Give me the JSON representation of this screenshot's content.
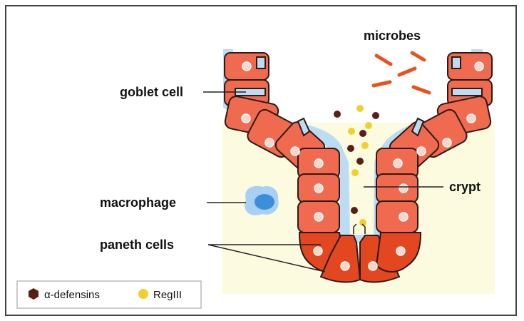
{
  "labels": {
    "microbes": "microbes",
    "goblet_cell": "goblet cell",
    "macrophage": "macrophage",
    "paneth_cells": "paneth cells",
    "crypt": "crypt"
  },
  "legend": {
    "items": [
      {
        "label": "α-defensins",
        "color": "#5a1f17"
      },
      {
        "label": "RegIII",
        "color": "#f2cf2a"
      }
    ]
  },
  "colors": {
    "tissue_bg": "#fcfbdf",
    "cell_fill": "#ef6a4e",
    "paneth_fill": "#e2471f",
    "mucus": "#bcdcf3",
    "macrophage": "#4a9ee0",
    "microbe": "#e8531d",
    "outline": "#2b1a17"
  }
}
